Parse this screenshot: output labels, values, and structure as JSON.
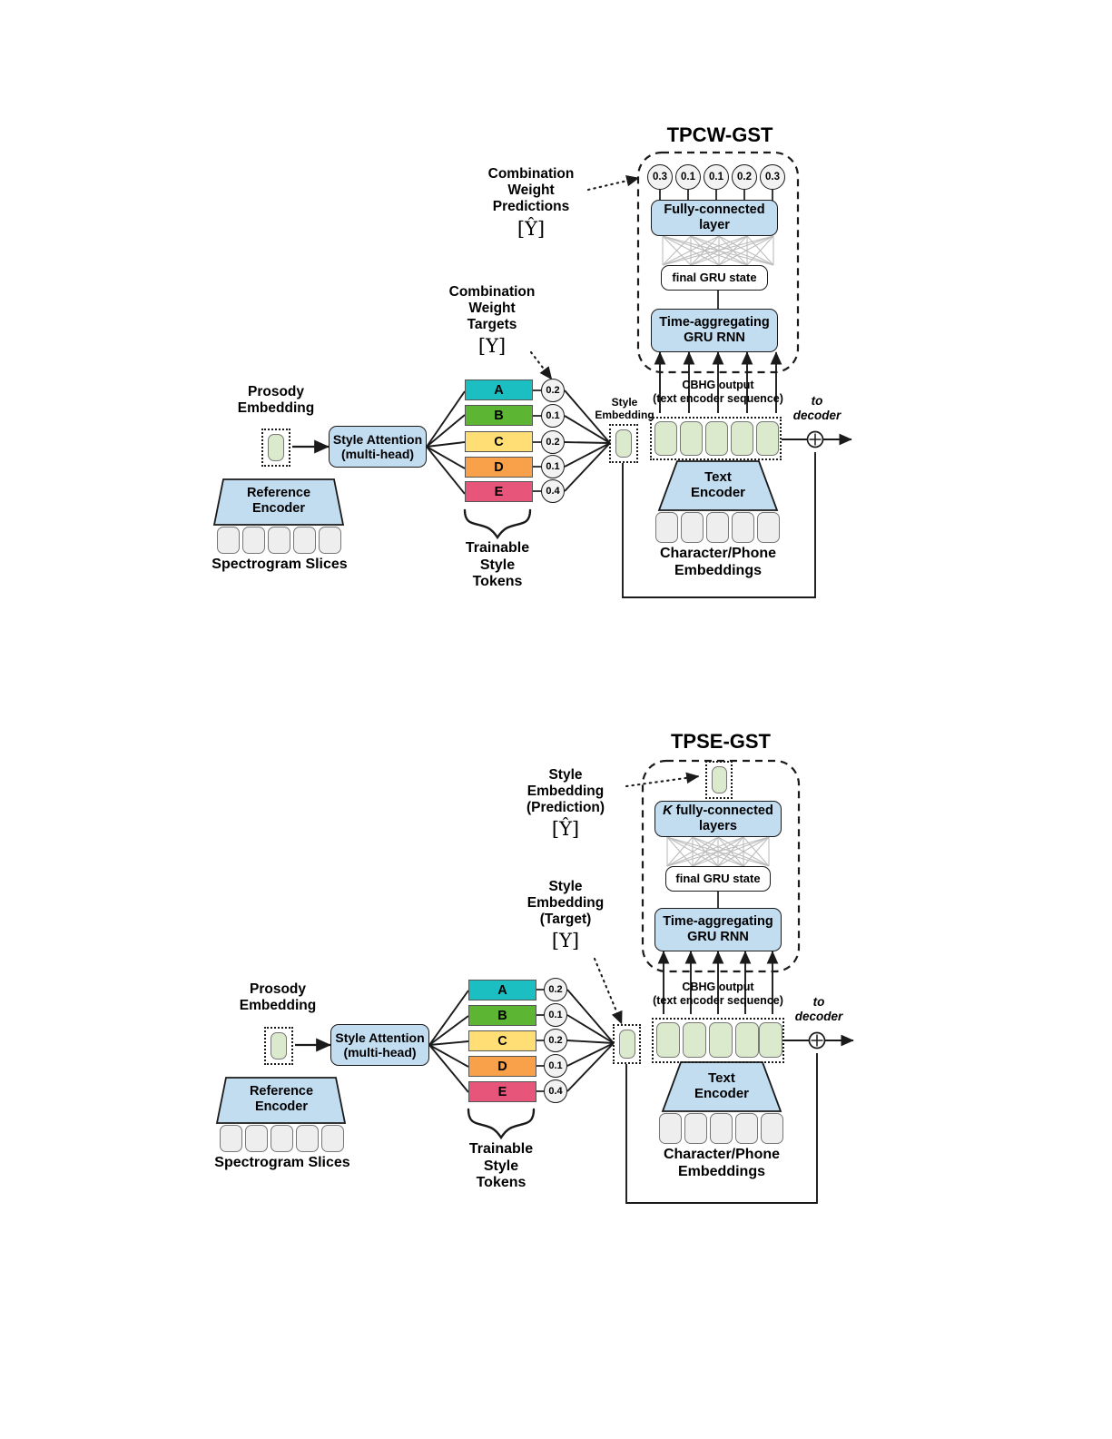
{
  "figure": {
    "diagrams": [
      {
        "id": "tpcw",
        "title": "TPCW-GST",
        "left_labels": {
          "prediction_label": "Combination\nWeight\nPredictions",
          "prediction_math": "[Ŷ]",
          "target_label": "Combination\nWeight\nTargets",
          "target_math": "[Y]"
        },
        "module": {
          "weights": [
            "0.3",
            "0.1",
            "0.1",
            "0.2",
            "0.3"
          ],
          "fc_layer": "Fully-connected\nlayer",
          "gru_state": "final GRU state",
          "gru_rnn": "Time-aggregating\nGRU RNN"
        },
        "base": {
          "prosody_embedding": "Prosody\nEmbedding",
          "style_attention": "Style Attention\n(multi-head)",
          "reference_encoder": "Reference\nEncoder",
          "spectrogram_slices": "Spectrogram Slices",
          "tokens": [
            {
              "letter": "A",
              "weight": "0.2",
              "color": "#1bbfc2"
            },
            {
              "letter": "B",
              "weight": "0.1",
              "color": "#5cb533"
            },
            {
              "letter": "C",
              "weight": "0.2",
              "color": "#ffde76"
            },
            {
              "letter": "D",
              "weight": "0.1",
              "color": "#f9a04a"
            },
            {
              "letter": "E",
              "weight": "0.4",
              "color": "#e8557a"
            }
          ],
          "trainable_tokens": "Trainable\nStyle\nTokens",
          "style_embedding": "Style\nEmbedding",
          "cbhg_output": "CBHG output\n(text encoder sequence)",
          "text_encoder": "Text\nEncoder",
          "char_phone_embeddings": "Character/Phone\nEmbeddings",
          "to_decoder": "to\ndecoder"
        }
      },
      {
        "id": "tpse",
        "title": "TPSE-GST",
        "left_labels": {
          "prediction_label": "Style\nEmbedding\n(Prediction)",
          "prediction_math": "[Ŷ]",
          "target_label": "Style\nEmbedding\n(Target)",
          "target_math": "[Y]"
        },
        "module": {
          "fc_layer_k": "K",
          "fc_layer": " fully-connected\nlayers",
          "gru_state": "final GRU state",
          "gru_rnn": "Time-aggregating\nGRU RNN"
        },
        "base": {
          "prosody_embedding": "Prosody\nEmbedding",
          "style_attention": "Style Attention\n(multi-head)",
          "reference_encoder": "Reference\nEncoder",
          "spectrogram_slices": "Spectrogram Slices",
          "tokens": [
            {
              "letter": "A",
              "weight": "0.2",
              "color": "#1bbfc2"
            },
            {
              "letter": "B",
              "weight": "0.1",
              "color": "#5cb533"
            },
            {
              "letter": "C",
              "weight": "0.2",
              "color": "#ffde76"
            },
            {
              "letter": "D",
              "weight": "0.1",
              "color": "#f9a04a"
            },
            {
              "letter": "E",
              "weight": "0.4",
              "color": "#e8557a"
            }
          ],
          "trainable_tokens": "Trainable\nStyle\nTokens",
          "cbhg_output": "CBHG output\n(text encoder sequence)",
          "text_encoder": "Text\nEncoder",
          "char_phone_embeddings": "Character/Phone\nEmbeddings",
          "to_decoder": "to\ndecoder"
        }
      }
    ],
    "colors": {
      "box_blue": "#c2dcf0",
      "embed_green": "#dbe9cd",
      "grey_cell": "#eeeeee",
      "outline": "#1a1a1a"
    }
  }
}
